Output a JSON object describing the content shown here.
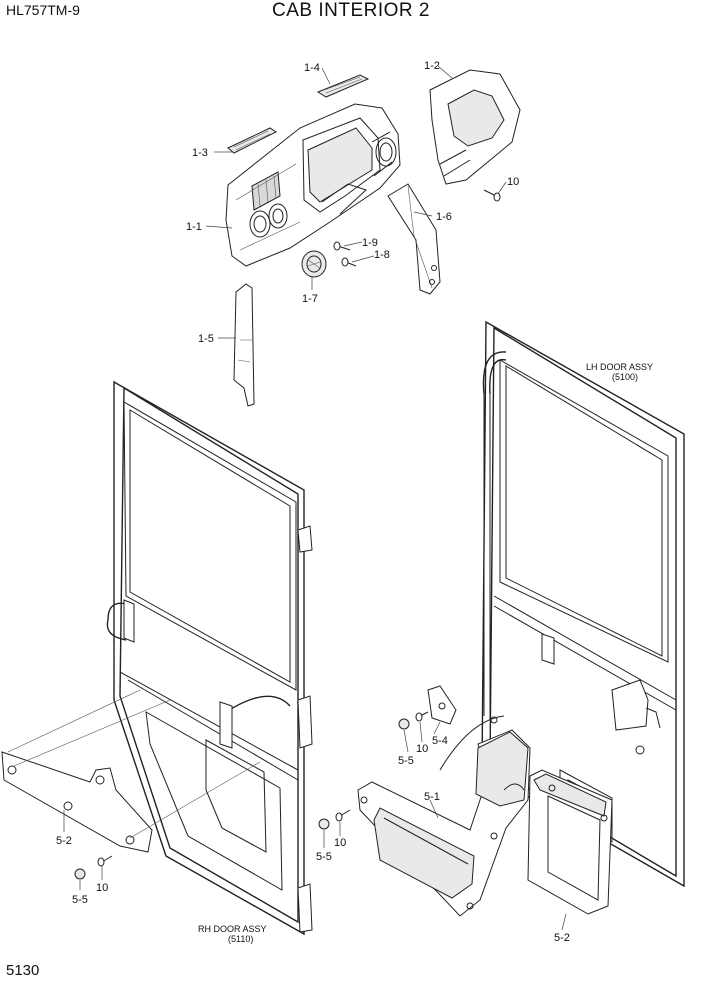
{
  "header": {
    "model": "HL757TM-9",
    "title": "CAB INTERIOR 2"
  },
  "footer": {
    "page_number": "5130"
  },
  "callouts": {
    "c1_1": "1-1",
    "c1_2": "1-2",
    "c1_3": "1-3",
    "c1_4": "1-4",
    "c1_5": "1-5",
    "c1_6": "1-6",
    "c1_7": "1-7",
    "c1_8": "1-8",
    "c1_9": "1-9",
    "c10_a": "10",
    "c10_b": "10",
    "c10_c": "10",
    "c10_d": "10",
    "c5_1": "5-1",
    "c5_2_left": "5-2",
    "c5_2_right": "5-2",
    "c5_4": "5-4",
    "c5_5_a": "5-5",
    "c5_5_b": "5-5",
    "c5_5_c": "5-5"
  },
  "assemblies": {
    "lh_door_name": "LH DOOR ASSY",
    "lh_door_ref": "(5100)",
    "rh_door_name": "RH DOOR ASSY",
    "rh_door_ref": "(5110)"
  }
}
